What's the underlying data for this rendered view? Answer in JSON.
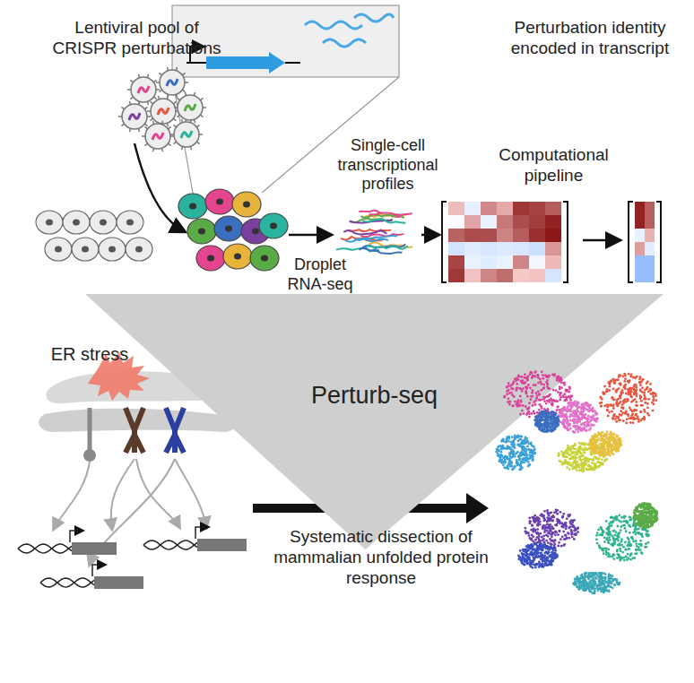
{
  "diagram": {
    "nodes": [
      {
        "text": [
          "Perturb-seq"
        ]
      }
    ],
    "labels": [
      "Lentiviral pool of CRISPR perturbations",
      "Perturbation identity encoded in transcript",
      "Single-cell transcriptional profiles",
      "Computational pipeline",
      "Droplet RNA-seq",
      "ER stress",
      "Systematic dissection of mammalian unfolded protein response"
    ]
  }
}
